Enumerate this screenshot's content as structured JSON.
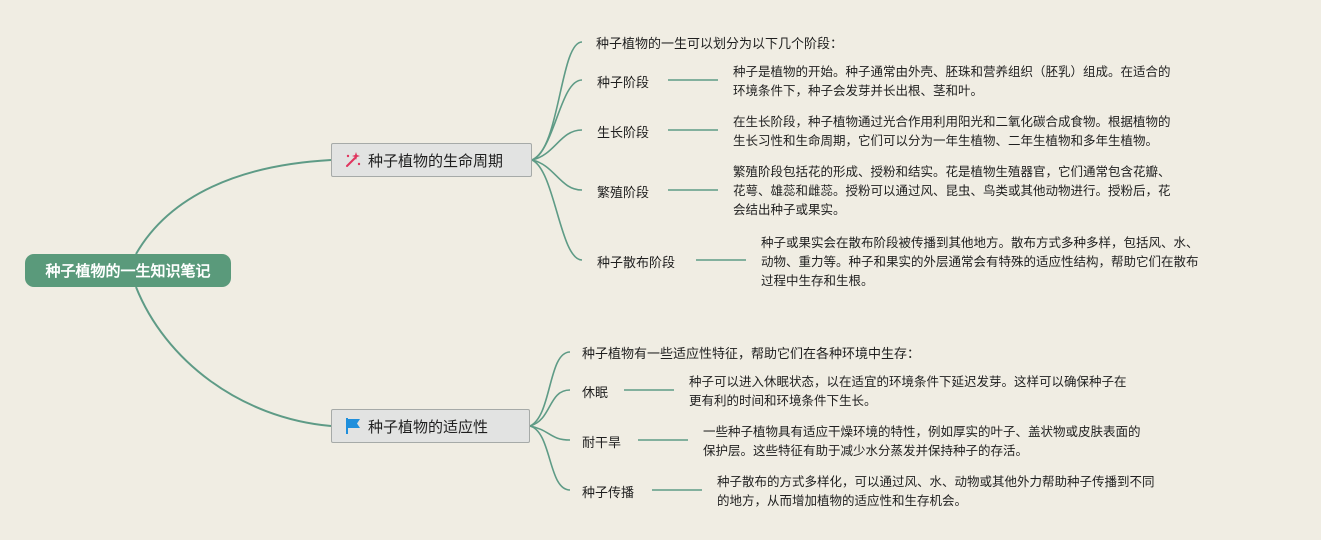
{
  "root": {
    "title": "种子植物的一生知识笔记"
  },
  "lifecycle": {
    "title": "种子植物的生命周期",
    "icon": "magic-wand-icon",
    "intro": "种子植物的一生可以划分为以下几个阶段：",
    "stages": [
      {
        "label": "种子阶段",
        "description": "种子是植物的开始。种子通常由外壳、胚珠和营养组织（胚乳）组成。在适合的\n环境条件下，种子会发芽并长出根、茎和叶。"
      },
      {
        "label": "生长阶段",
        "description": "在生长阶段，种子植物通过光合作用利用阳光和二氧化碳合成食物。根据植物的\n生长习性和生命周期，它们可以分为一年生植物、二年生植物和多年生植物。"
      },
      {
        "label": "繁殖阶段",
        "description": "繁殖阶段包括花的形成、授粉和结实。花是植物生殖器官，它们通常包含花瓣、\n花萼、雄蕊和雌蕊。授粉可以通过风、昆虫、鸟类或其他动物进行。授粉后，花\n会结出种子或果实。"
      },
      {
        "label": "种子散布阶段",
        "description": "种子或果实会在散布阶段被传播到其他地方。散布方式多种多样，包括风、水、\n动物、重力等。种子和果实的外层通常会有特殊的适应性结构，帮助它们在散布\n过程中生存和生根。"
      }
    ]
  },
  "adaptation": {
    "title": "种子植物的适应性",
    "icon": "flag-icon",
    "intro": "种子植物有一些适应性特征，帮助它们在各种环境中生存：",
    "traits": [
      {
        "label": "休眠",
        "description": "种子可以进入休眠状态，以在适宜的环境条件下延迟发芽。这样可以确保种子在\n更有利的时间和环境条件下生长。"
      },
      {
        "label": "耐干旱",
        "description": "一些种子植物具有适应干燥环境的特性，例如厚实的叶子、盖状物或皮肤表面的\n保护层。这些特征有助于减少水分蒸发并保持种子的存活。"
      },
      {
        "label": "种子传播",
        "description": "种子散布的方式多样化，可以通过风、水、动物或其他外力帮助种子传播到不同\n的地方，从而增加植物的适应性和生存机会。"
      }
    ]
  },
  "colors": {
    "background": "#f0ede3",
    "root_fill": "#5a9a7b",
    "connector": "#5e9b86",
    "branch_fill": "#e2e3e2",
    "wand_icon": "#e0355f",
    "flag_icon": "#1f8fdc"
  }
}
